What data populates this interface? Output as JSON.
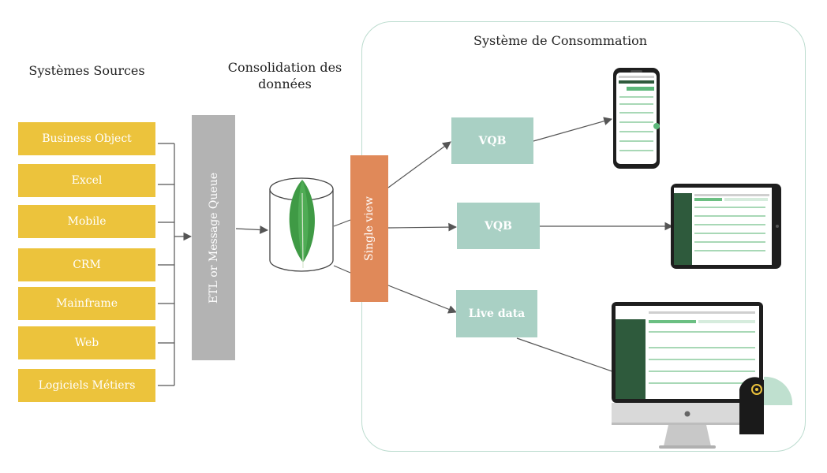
{
  "headings": {
    "sources": "Systèmes Sources",
    "consolidation": "Consolidation des données",
    "consumption": "Système de Consommation"
  },
  "sources": [
    "Business Object",
    "Excel",
    "Mobile",
    "CRM",
    "Mainframe",
    "Web",
    "Logiciels Métiers"
  ],
  "etl_label": "ETL or Message Queue",
  "database_icon": "mongodb-leaf-icon",
  "single_view_label": "Single view",
  "consumers": [
    "VQB",
    "VQB",
    "Live data"
  ],
  "devices": {
    "phone": "smartphone-mockup-icon",
    "tablet": "tablet-mockup-icon",
    "monitor": "desktop-monitor-mockup-icon"
  },
  "colors": {
    "source_box": "#ecc33c",
    "etl_box": "#b3b3b3",
    "single_view": "#e08959",
    "consumer_box": "#a9d0c4",
    "panel_border": "#bcdccf",
    "leaf_green": "#3f9a45"
  }
}
